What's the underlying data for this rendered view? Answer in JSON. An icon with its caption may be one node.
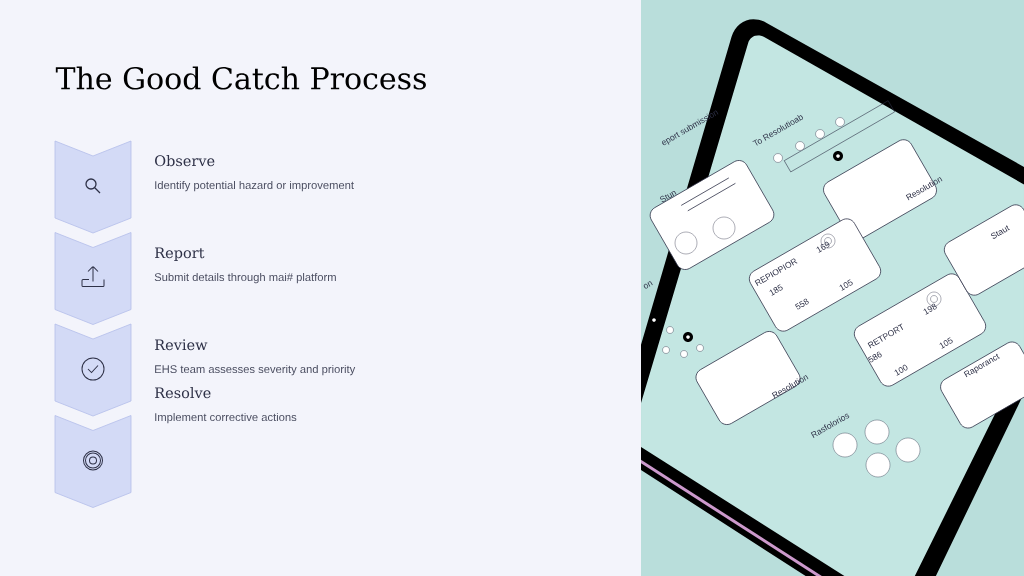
{
  "diagram": {
    "title": "The Good Catch Process",
    "nodes": [
      {
        "text": [],
        "shape": "chevron",
        "beside": [
          "Observe",
          "Identify potential hazard or improvement"
        ]
      },
      {
        "text": [],
        "shape": "chevron",
        "beside": [
          "Report",
          "Submit details through mai# platform"
        ]
      },
      {
        "text": [],
        "shape": "chevron",
        "beside": [
          "Review",
          "EHS team assesses severity and priority"
        ]
      },
      {
        "text": [],
        "shape": "chevron",
        "beside": [
          "Resolve",
          "Implement corrective actions"
        ]
      }
    ],
    "labels": [
      "eport submission",
      "To Resolutioab",
      "Stun",
      "Resolution",
      "Staut",
      "REPIOPIOR",
      "169",
      "185",
      "105",
      "558",
      "on",
      "RETPORT",
      "198",
      "586",
      "105",
      "100",
      "Resolution",
      "Raporanct",
      "Rasfolorios"
    ]
  }
}
